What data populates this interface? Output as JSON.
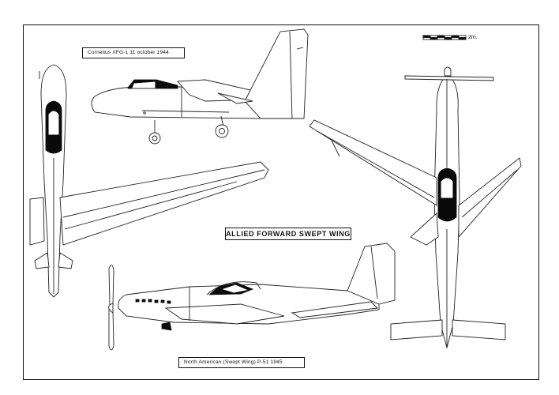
{
  "sheet": {
    "title": "ALLIED FORWARD SWEPT WING",
    "aircraft_top_label": "Cornelius XFG-1    11 october 1944",
    "aircraft_bottom_label": "North American (Swept Wing) P-51      1945",
    "scale_label": "2m."
  },
  "colors": {
    "ink": "#111111",
    "paper": "#ffffff",
    "canopy": "#0a0a0a"
  }
}
